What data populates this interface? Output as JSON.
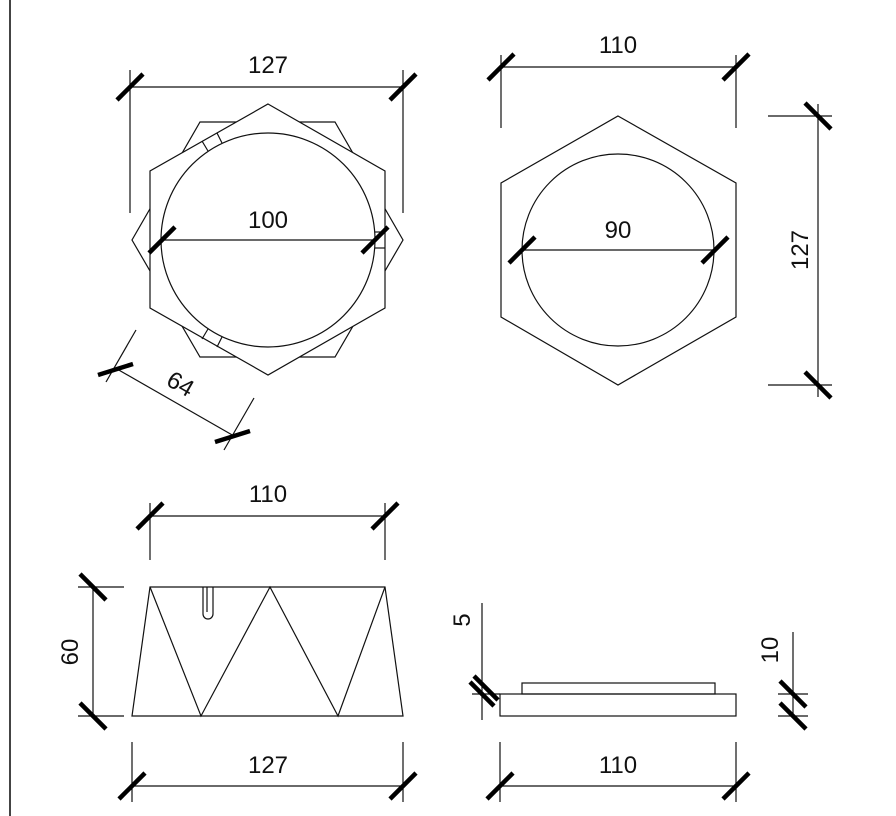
{
  "drawing": {
    "top_view_star": {
      "width": "127",
      "circle_diameter": "100",
      "side_length": "64"
    },
    "top_view_hex": {
      "width": "110",
      "circle_diameter": "90",
      "height": "127"
    },
    "front_view": {
      "top_width": "110",
      "height": "60",
      "bottom_width": "127"
    },
    "side_view": {
      "step_height": "5",
      "base_height": "10",
      "width": "110"
    }
  },
  "colors": {
    "line": "#111111",
    "border": "#444444",
    "background": "#ffffff"
  }
}
